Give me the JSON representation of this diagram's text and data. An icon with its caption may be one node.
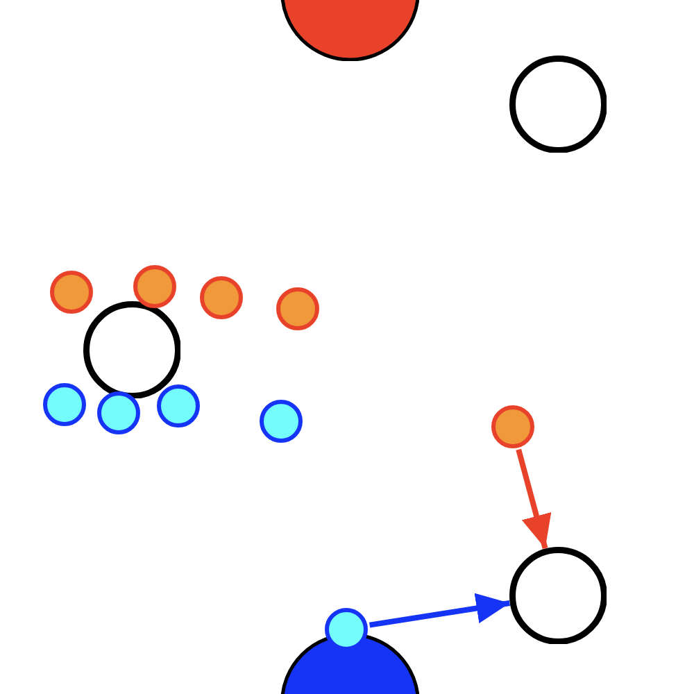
{
  "diagram": {
    "nodes": [
      {
        "text": [],
        "shape": "circle"
      },
      {
        "text": [],
        "shape": "circle"
      },
      {
        "text": [],
        "shape": "circle"
      },
      {
        "text": [],
        "shape": "circle"
      },
      {
        "text": [],
        "shape": "circle"
      },
      {
        "text": [],
        "shape": "circle"
      },
      {
        "text": [],
        "shape": "circle"
      },
      {
        "text": [],
        "shape": "circle"
      },
      {
        "text": [],
        "shape": "circle"
      },
      {
        "text": [],
        "shape": "circle"
      },
      {
        "text": [],
        "shape": "circle"
      },
      {
        "text": [],
        "shape": "circle"
      },
      {
        "text": [],
        "shape": "circle"
      },
      {
        "text": [],
        "shape": "circle"
      },
      {
        "text": [],
        "shape": "circle"
      }
    ],
    "edges": [
      {
        "from": 11,
        "to": 12,
        "arrow": "to",
        "color": "#e8432a"
      },
      {
        "from": 13,
        "to": 12,
        "arrow": "to",
        "color": "#1634f5"
      }
    ]
  }
}
